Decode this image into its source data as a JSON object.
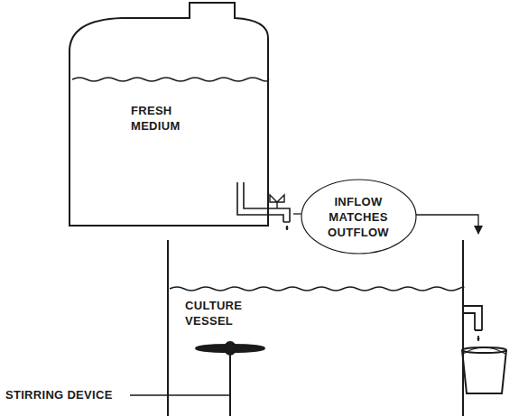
{
  "diagram": {
    "nodes": [
      {
        "text": [
          "FRESH MEDIUM"
        ]
      },
      {
        "text": [
          "INFLOW MATCHES OUTFLOW"
        ]
      },
      {
        "text": [
          "CULTURE VESSEL"
        ]
      }
    ],
    "edges": [
      {
        "from": 1,
        "to": 0,
        "arrow": "none"
      },
      {
        "from": 1,
        "to": 2,
        "arrow": "to"
      }
    ],
    "labels": [
      "STIRRING DEVICE"
    ]
  }
}
